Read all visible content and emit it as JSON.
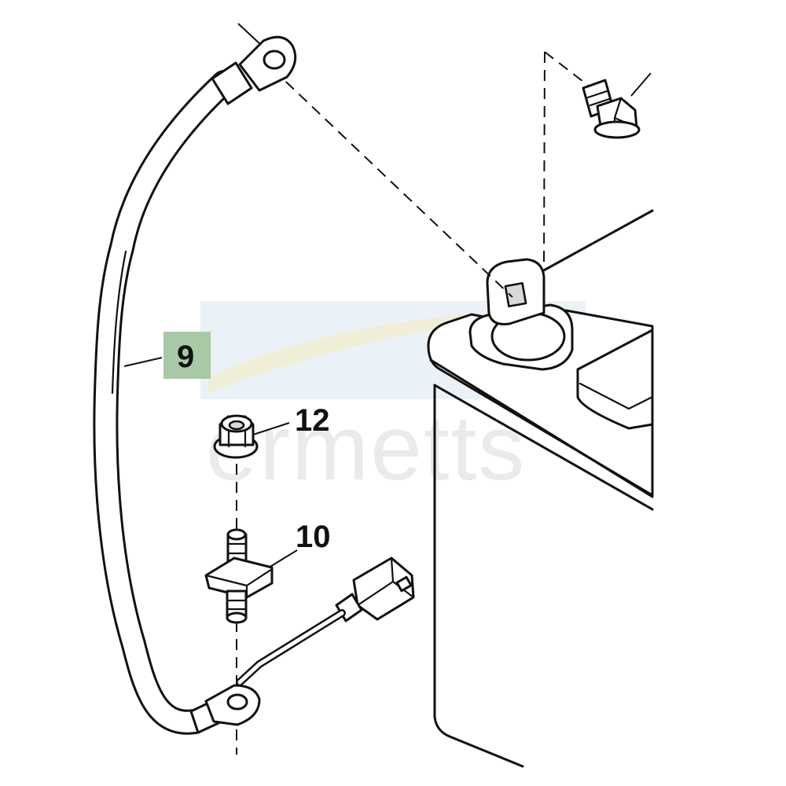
{
  "watermark": {
    "text": "ermetts",
    "colors": {
      "band": "#e4edf4",
      "swoosh": "#f2ecd0"
    }
  },
  "parts": [
    {
      "id": "cable",
      "callout": "9",
      "highlighted": true,
      "highlight_color": "#a9c9a6"
    },
    {
      "id": "stud",
      "callout": "10",
      "highlighted": false
    },
    {
      "id": "nut",
      "callout": "12",
      "highlighted": false
    }
  ],
  "colors": {
    "line": "#111111",
    "fill": "#ffffff",
    "shade": "#d9d9d9"
  }
}
